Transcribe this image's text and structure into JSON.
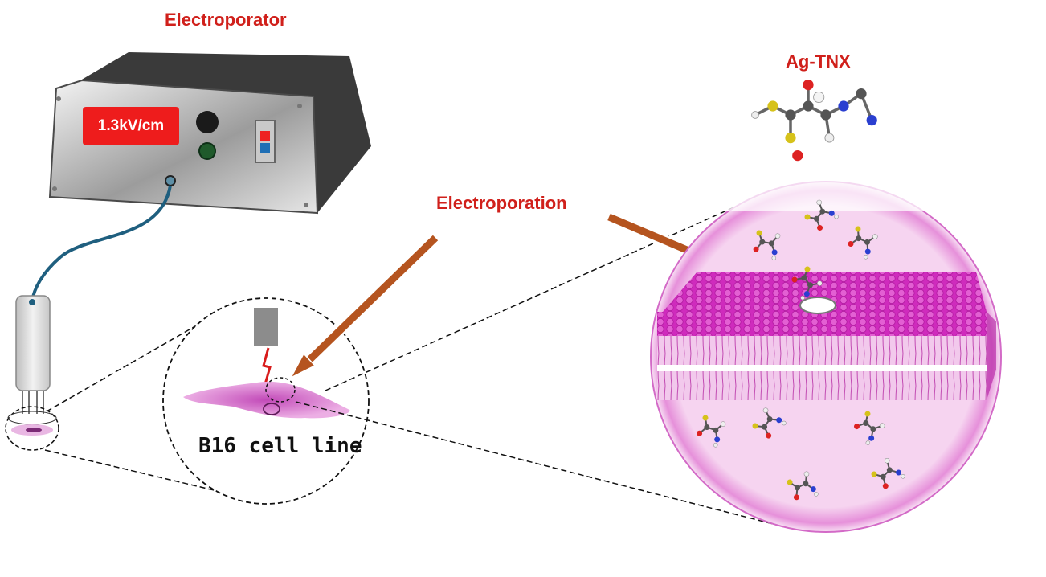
{
  "labels": {
    "electroporator": "Electroporator",
    "compound": "Ag-TNX",
    "process": "Electroporation",
    "cell_line": "B16 cell line"
  },
  "device": {
    "field_readout": "1.3kV/cm",
    "readout_color": "#ee1c1c",
    "body_color": "#3a3a3a",
    "panel_color": "#d9d9d9",
    "cable_color": "#1f5f7f"
  },
  "colors": {
    "label_red": "#d0201b",
    "membrane_magenta": "#d42fc4",
    "arrow_brown": "#b5541f"
  },
  "icons": [
    "electroporator-device",
    "electrode-probe",
    "petri-dish",
    "cell",
    "lipid-bilayer",
    "molecule",
    "arrow"
  ]
}
